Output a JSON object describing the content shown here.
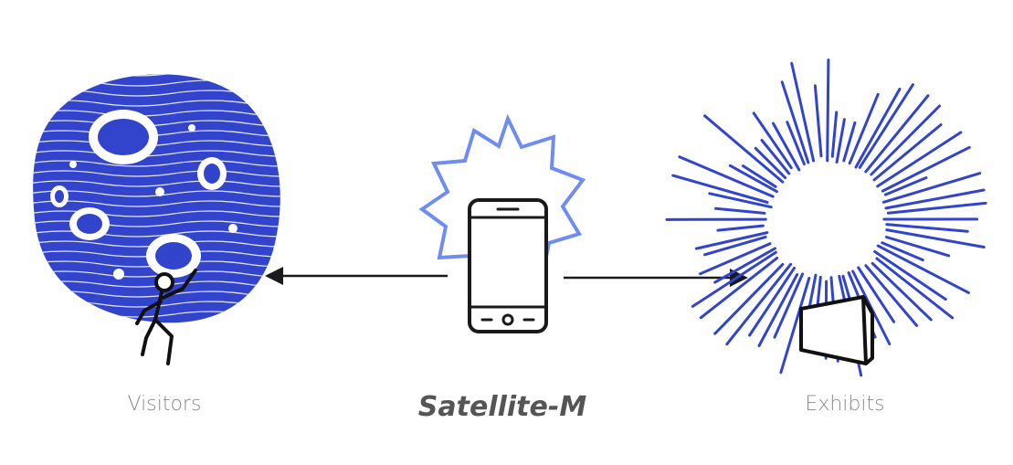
{
  "diagram": {
    "center_label": "Satellite-M",
    "left_label": "Visitors",
    "right_label": "Exhibits"
  },
  "colors": {
    "blue": "#3344cc",
    "light_blue": "#6f8df0",
    "ink": "#1a1a1a",
    "label_gray": "#8a8a8a",
    "title_gray": "#555555"
  },
  "icons": {
    "left": "asteroid-with-climbing-person-icon",
    "center": "smartphone-with-burst-icon",
    "right": "radiating-burst-with-box-icon"
  }
}
